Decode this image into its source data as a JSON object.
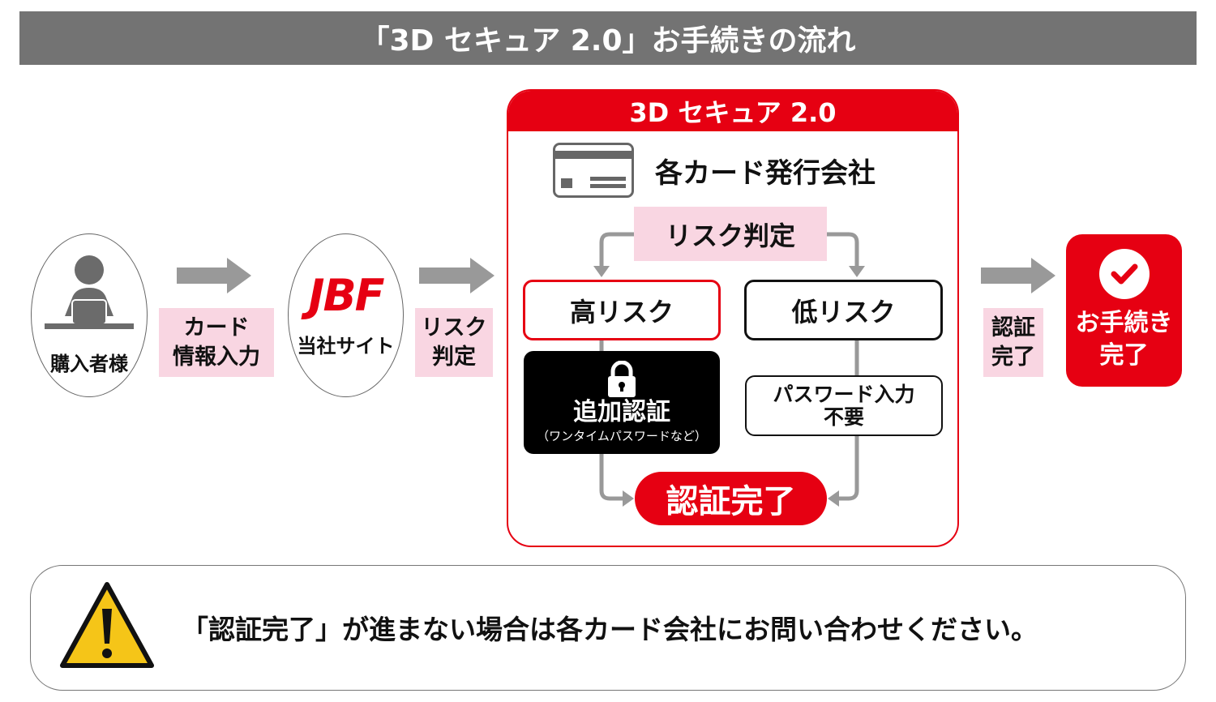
{
  "title": "「3D セキュア 2.0」お手続きの流れ",
  "buyer": {
    "label": "購入者様"
  },
  "step1": {
    "line1": "カード",
    "line2": "情報入力"
  },
  "site": {
    "logo": "JBF",
    "label": "当社サイト"
  },
  "step2": {
    "line1": "リスク",
    "line2": "判定"
  },
  "secure": {
    "header": "3D セキュア 2.0",
    "issuer": "各カード発行会社",
    "risk_check": "リスク判定",
    "high_risk": "高リスク",
    "low_risk": "低リスク",
    "extra_auth": "追加認証",
    "extra_auth_note": "（ワンタイムパスワードなど）",
    "no_password_line1": "パスワード入力",
    "no_password_line2": "不要",
    "auth_done": "認証完了"
  },
  "step3": {
    "line1": "認証",
    "line2": "完了"
  },
  "done": {
    "line1": "お手続き",
    "line2": "完了"
  },
  "warning": {
    "text": "「認証完了」が進まない場合は各カード会社にお問い合わせください。"
  },
  "colors": {
    "red": "#e60012",
    "pink": "#f9d6e2",
    "gray": "#737373"
  }
}
